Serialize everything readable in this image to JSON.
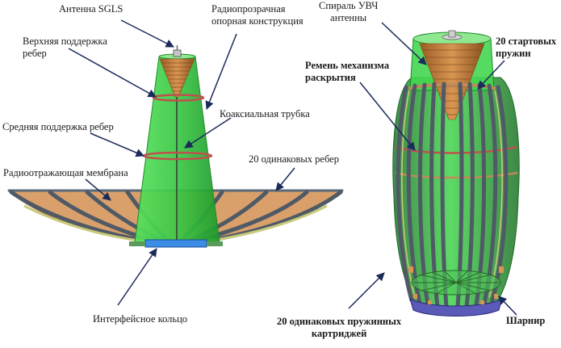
{
  "labels": {
    "sgls_antenna": "Антенна SGLS",
    "radome_support": [
      "Радиопрозрачная",
      "опорная конструкция"
    ],
    "upper_rib_support": [
      "Верхняя поддержка",
      "ребер"
    ],
    "coax_tube": "Коаксиальная трубка",
    "middle_rib_support": "Средняя поддержка ребер",
    "identical_ribs": "20 одинаковых ребер",
    "reflective_membrane": "Радиоотражающая мембрана",
    "interface_ring": "Интерфейсное кольцо",
    "uhf_helix": [
      "Спираль УВЧ",
      "антенны"
    ],
    "start_springs": [
      "20 стартовых",
      "пружин"
    ],
    "deploy_belt": [
      "Ремень механизма",
      "раскрытия"
    ],
    "spring_cartridges": [
      "20 одинаковых пружинных",
      "картриджей"
    ],
    "hinge": "Шарнир"
  },
  "colors": {
    "green_body": "#3fd24a",
    "green_dark": "#1f8a2a",
    "membrane": "#d9a06b",
    "rib": "#4f5a66",
    "helix": "#c9813d",
    "ring_blue": "#3a8ee6",
    "arrow": "#1a2a5a"
  }
}
